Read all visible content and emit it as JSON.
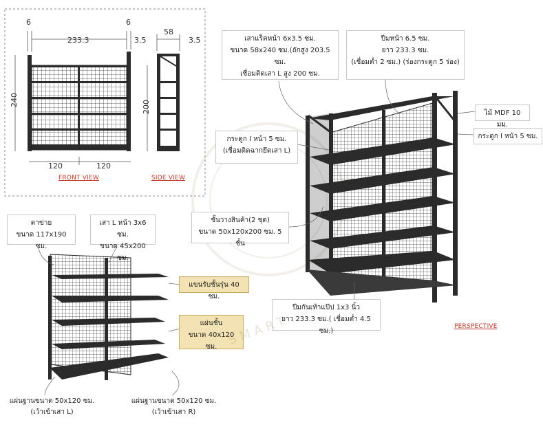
{
  "front_view": {
    "label": "FRONT VIEW",
    "dims": {
      "left_post": "6",
      "right_post": "6",
      "width": "233.3",
      "right_gap": "3.5",
      "height": "240",
      "bay_left": "120",
      "bay_right": "120"
    }
  },
  "side_view": {
    "label": "SIDE VIEW",
    "dims": {
      "depth": "58",
      "right_gap": "3.5",
      "height": "200"
    }
  },
  "perspective": {
    "label": "PERSPECTIVE"
  },
  "callouts": {
    "front_post": [
      "เสาแร็คหน้า 6x3.5 ซม.",
      "ขนาด 58x240 ซม.(ถักสูง 203.5 ซม.",
      "เชื่อมติดเสา L สูง 200 ซม."
    ],
    "front_rail": [
      "ปีมหน้า 6.5 ซม.",
      "ยาว 233.3 ซม.",
      "(เชื่อมต่ำ 2 ซม.) (ร่องกระดูก 5 ร่อง)"
    ],
    "mdf": [
      "ไม้ MDF 10 มม."
    ],
    "i_bone_right": [
      "กระดูก I หน้า 5 ซม."
    ],
    "i_bone_left": [
      "กระดูก I หน้า 5 ซม.",
      "(เชื่อมติดฉากยึดเสา L)"
    ],
    "shelf_set": [
      "ชั้นวางสินค้า(2 ชุด)",
      "ขนาด 50x120x200 ซม. 5 ชั้น"
    ],
    "kick_beam": [
      "ปีมกันเท้าแป๊ป 1x3 นิ้ว",
      "ยาว 233.3 ซม.( เชื่อมต่ำ 4.5 ซม.)"
    ],
    "mesh": [
      "ตาข่าย",
      "ขนาด 117x190 ซม."
    ],
    "l_post": [
      "เสา L หน้า 3x6 ซม.",
      "ขนาด 45x200 ซม."
    ],
    "bracket": [
      "แขนรับชั้นรุ่น 40 ซม."
    ],
    "shelf_plate": [
      "แผ่นชั้น",
      "ขนาด 40x120 ซม."
    ],
    "base_l": [
      "แผ่นฐานขนาด 50x120 ซม.",
      "(เว้าเข้าเสา L)"
    ],
    "base_r": [
      "แผ่นฐานขนาด 50x120 ซม.",
      "(เว้าเข้าเสา R)"
    ]
  },
  "watermark": "SMART"
}
